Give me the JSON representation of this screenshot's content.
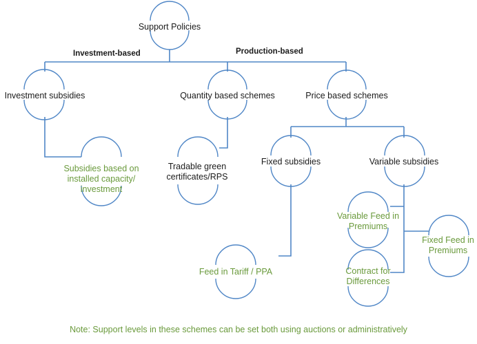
{
  "nodes": {
    "support_policies": "Support Policies",
    "investment_subsidies": "Investment subsidies",
    "quantity_based": "Quantity based schemes",
    "price_based": "Price based schemes",
    "subsidies_installed": "Subsidies based on\ninstalled capacity/\ninvestment",
    "tradable_green": "Tradable green\ncertificates/RPS",
    "fixed_subsidies": "Fixed subsidies",
    "variable_subsidies": "Variable subsidies",
    "feed_in_tariff": "Feed in Tariff / PPA",
    "variable_feed_in": "Variable Feed in\nPremiums",
    "fixed_feed_in": "Fixed Feed in\nPremiums",
    "contract_for_differences": "Contract for\nDifferences"
  },
  "edge_labels": {
    "investment_based": "Investment-based",
    "production_based": "Production-based"
  },
  "note": "Note: Support levels in these schemes can be set both using auctions or administratively",
  "colors": {
    "line": "#4f86c6",
    "green_text": "#6a9a3c",
    "text": "#1a1a1a"
  }
}
